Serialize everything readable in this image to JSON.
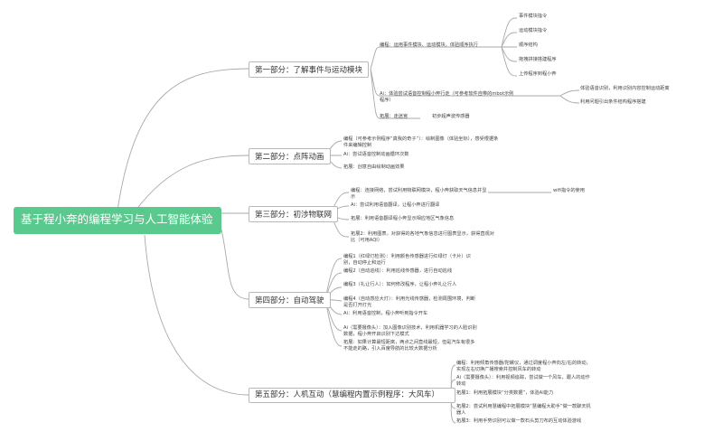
{
  "root": {
    "title": "基于程小奔的编程学习与人工智能体验"
  },
  "branches": [
    {
      "label": "第一部分：了解事件与运动模块",
      "items": [
        "编程：运用事件模块、运动模块，体验顺序执行",
        "Ai：体验尝试语音控制程小奔行走（可参考软件自带的mbot示例程序）",
        "拓展：走迷宫",
        "初步超声波传感器"
      ],
      "sub_items": [
        "事件模块指令",
        "运动模块指令",
        "顺序结构",
        "拖拽拼接搭建程序",
        "上传程序到程小奔"
      ],
      "ai_items": [
        "体验语音识别，利用识别内容控制运动距离",
        "利用问题引出条件结构程序搭建"
      ]
    },
    {
      "label": "第二部分：点阵动画",
      "items": [
        "编程（可参考示例程序“真我的奇子”）：绘制图像（体验坐标），感受根据条件来编辑控制",
        "Ai：尝试语音控制动画循环次数",
        "拓展：创意自由绘制动画效果"
      ]
    },
    {
      "label": "第三部分：初涉物联网",
      "items": [
        "编程：连接网络，尝试利用物联网模块，程小奔获取天气信息并显示",
        "Ai：尝试利用语音翻译，让程小奔进行翻译",
        "拓展：利用语音翻译程小奔显示相应地区气象信息",
        "拓展2：利用图表，对获得的各地气象信息进行图表显示，获得直观对比（可用AQI）"
      ],
      "note": "wifi指令的使用"
    },
    {
      "label": "第四部分：自动驾驶",
      "items": [
        "编程1（红绿灯检测）：利用颜色传感器进行红绿灯（卡片）识别，自动停止和运行",
        "编程2（自动巡线）：利用巡线传感器，进行自动巡线",
        "编程3（礼让行人）：如何修改程序，让程小奔礼让行人",
        "编程4（自动感应大灯）：利用光线传感器，检测周围环境，判断是否打开灯光",
        "Ai：利用语音控制，程小奔听到指令开车",
        "Ai（需要摄像头）：加入图像识别技术，利用机器学习的人脸识别数据，程小奔开启识别下达模式",
        "拓展：如果计算最短距离，两点之间直线最短，但是汽车有很多不能走的路，引入百度导航的比较大数据分析"
      ]
    },
    {
      "label": "第五部分：人机互动（慧编程内置示例程序：大风车）",
      "items": [
        "编程：利用倾角传感器/陀螺仪，通过调度程小奔向左/右的转动，实现左右切换广播搜索并控制风车的转动",
        "Ai（需要摄像头）：利用视频追踪，尝试做一个风车，跟人的动作转动",
        "拓展1：利用拓展模块“分类数据”，体验AI能力",
        "拓展2：尝试利用慧编程中拓展模块“慧编程大助手”做一款聊天机器人",
        "拓展3：利用手势识别可以做一款石头剪刀布的互动体验游戏"
      ]
    }
  ]
}
